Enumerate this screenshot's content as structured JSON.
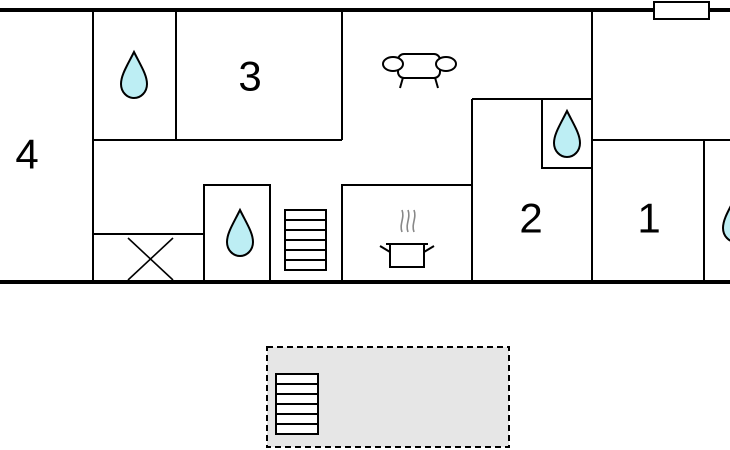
{
  "rooms": [
    {
      "id": "room-4",
      "label": "4"
    },
    {
      "id": "room-3",
      "label": "3"
    },
    {
      "id": "room-2",
      "label": "2"
    },
    {
      "id": "room-1",
      "label": "1"
    }
  ],
  "icons": {
    "bathroom": "water-drop-icon",
    "living": "sofa-icon",
    "kitchen": "cooking-pot-icon",
    "stairs": "stairs-icon",
    "void": "cross-icon"
  },
  "colors": {
    "wall": "#000000",
    "water": "#bdeef4",
    "terrace": "#e6e6e6"
  }
}
